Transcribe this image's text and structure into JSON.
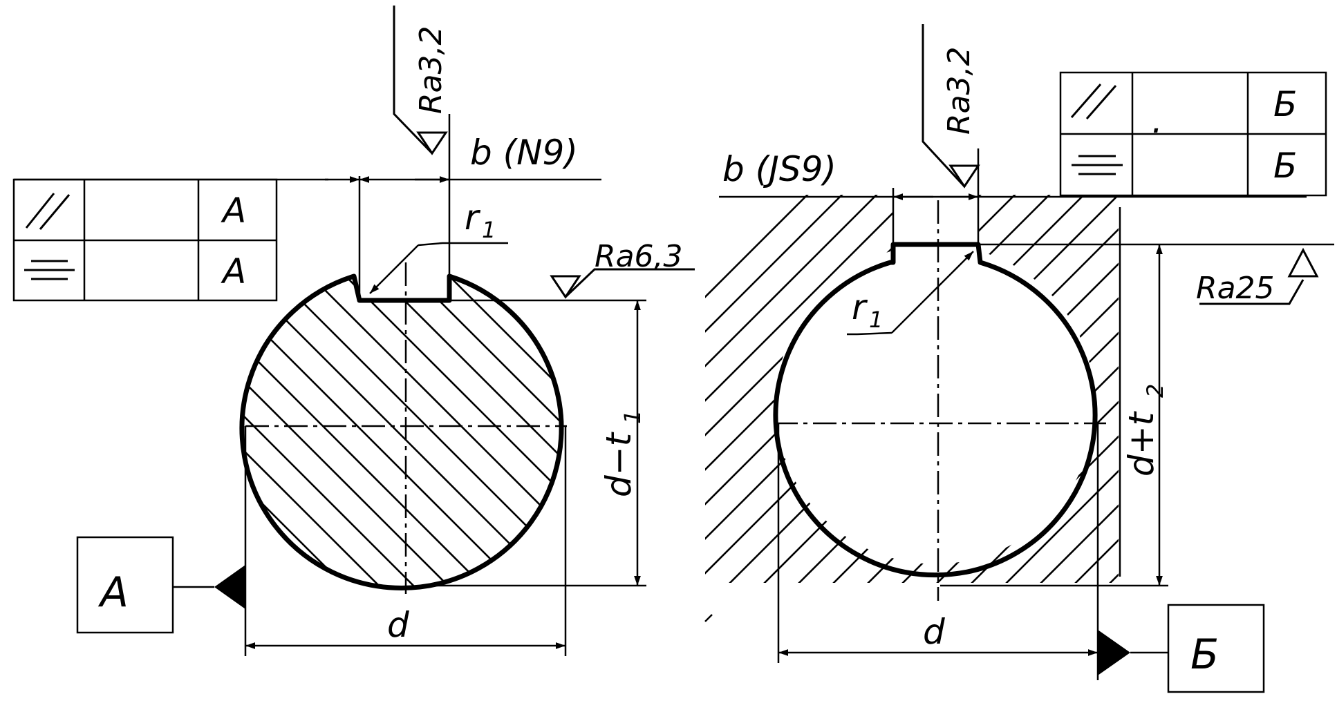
{
  "shaft": {
    "keyway_width_label": "b (N9)",
    "radius_label": "r",
    "radius_sub": "1",
    "keyway_roughness": "Ra3,2",
    "flat_roughness": "Ra6,3",
    "depth_label": "d−t",
    "depth_sub": "1",
    "diameter_label": "d",
    "datum_letter": "A",
    "tolerance_frame": {
      "rows": [
        {
          "symbol": "parallelism-icon",
          "value": "",
          "datum": "A"
        },
        {
          "symbol": "symmetry-icon",
          "value": "",
          "datum": "A"
        }
      ]
    }
  },
  "hub": {
    "keyway_width_label": "b (JS9)",
    "radius_label": "r",
    "radius_sub": "1",
    "keyway_roughness": "Ra3,2",
    "depth_roughness": "Ra25",
    "depth_label": "d+t",
    "depth_sub": "2",
    "diameter_label": "d",
    "datum_letter": "Б",
    "tolerance_frame": {
      "rows": [
        {
          "symbol": "parallelism-icon",
          "value": ".",
          "datum": "Б"
        },
        {
          "symbol": "symmetry-icon",
          "value": "",
          "datum": "Б"
        }
      ]
    }
  }
}
